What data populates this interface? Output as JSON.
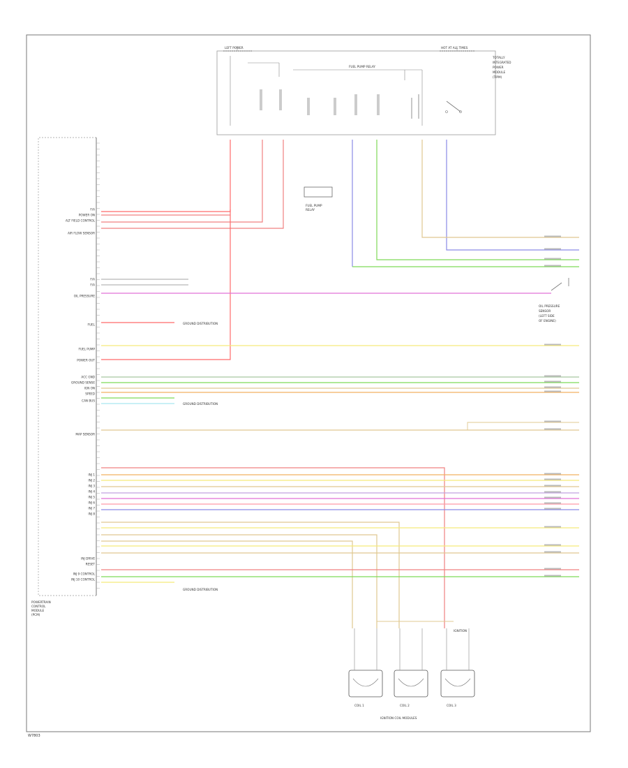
{
  "module": {
    "name_lines": [
      "POWERTRAIN",
      "CONTROL",
      "MODULE",
      "(PCM)"
    ],
    "side_labels": [
      "F/A",
      "POWER ON",
      "ALT FIELD CONTROL",
      "AIR FLOW SENSOR",
      "F/A",
      "F/A",
      "OIL PRESSURE",
      "FUEL",
      "FUEL PUMP",
      "POWER OUT",
      "ACC GND",
      "GROUND SENSE",
      "IGN ON",
      "SPEED",
      "CAN BUS",
      "MAP SENSOR",
      "INJ 1",
      "INJ 2",
      "INJ 3",
      "INJ 4",
      "INJ 5",
      "INJ 6",
      "INJ 7",
      "INJ 8",
      "INJ DRIVE",
      "RESET",
      "INJ 9 CONTROL",
      "INJ 10 CONTROL"
    ]
  },
  "refs": {
    "top_left": "LEFT POWER",
    "top_right": "HOT AT ALL TIMES",
    "gnd_1": "GROUND DISTRIBUTION",
    "gnd_2": "GROUND DISTRIBUTION",
    "gnd_3": "GROUND DISTRIBUTION"
  },
  "relay_box": {
    "caption": "FUEL PUMP RELAY",
    "side_text": [
      "TOTALLY",
      "INTEGRATED",
      "POWER",
      "MODULE",
      "(TIPM)"
    ]
  },
  "oil_sensor": {
    "caption": [
      "OIL PRESSURE",
      "SENSOR",
      "(LEFT SIDE",
      "OF ENGINE)"
    ]
  },
  "coils": {
    "bottom_caption": "IGNITION COIL MODULES",
    "names": [
      "COIL 1",
      "COIL 2",
      "COIL 3"
    ]
  },
  "footer": {
    "code": "W7803"
  },
  "wires": {
    "pink": "#f08080",
    "red": "#ff6a6a",
    "magenta": "#e070d8",
    "green": "#7ed957",
    "blue": "#8a8ae6",
    "yellow": "#f5ea7a",
    "tan": "#e0c890",
    "orange": "#f2b060",
    "cyan": "#a6e6f0"
  }
}
